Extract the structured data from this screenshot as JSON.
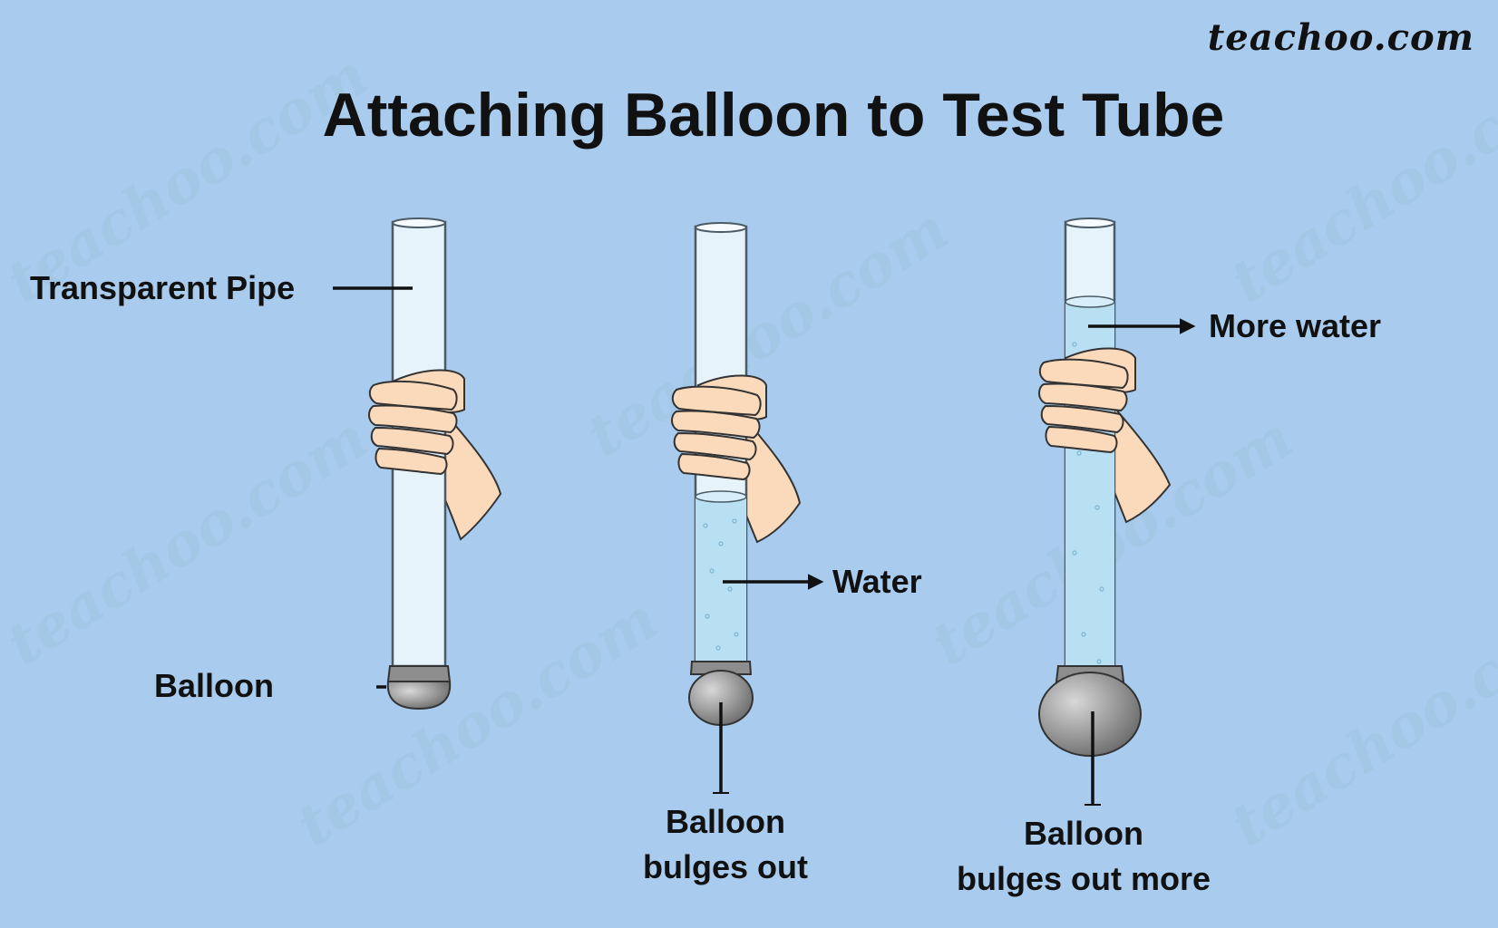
{
  "brand": "teachoo.com",
  "title": "Attaching Balloon to Test Tube",
  "labels": {
    "transparent_pipe": "Transparent Pipe",
    "balloon": "Balloon",
    "water": "Water",
    "balloon_bulges_line1": "Balloon",
    "balloon_bulges_line2": "bulges out",
    "more_water": "More water",
    "balloon_bulges_more_line1": "Balloon",
    "balloon_bulges_more_line2": "bulges out more"
  },
  "watermark": "teachoo.com",
  "colors": {
    "background": "#a8cbee",
    "tube": "#e6f3fb",
    "water": "#b8dff2",
    "balloon": "#8a8a8a",
    "skin": "#fbd9bb"
  }
}
